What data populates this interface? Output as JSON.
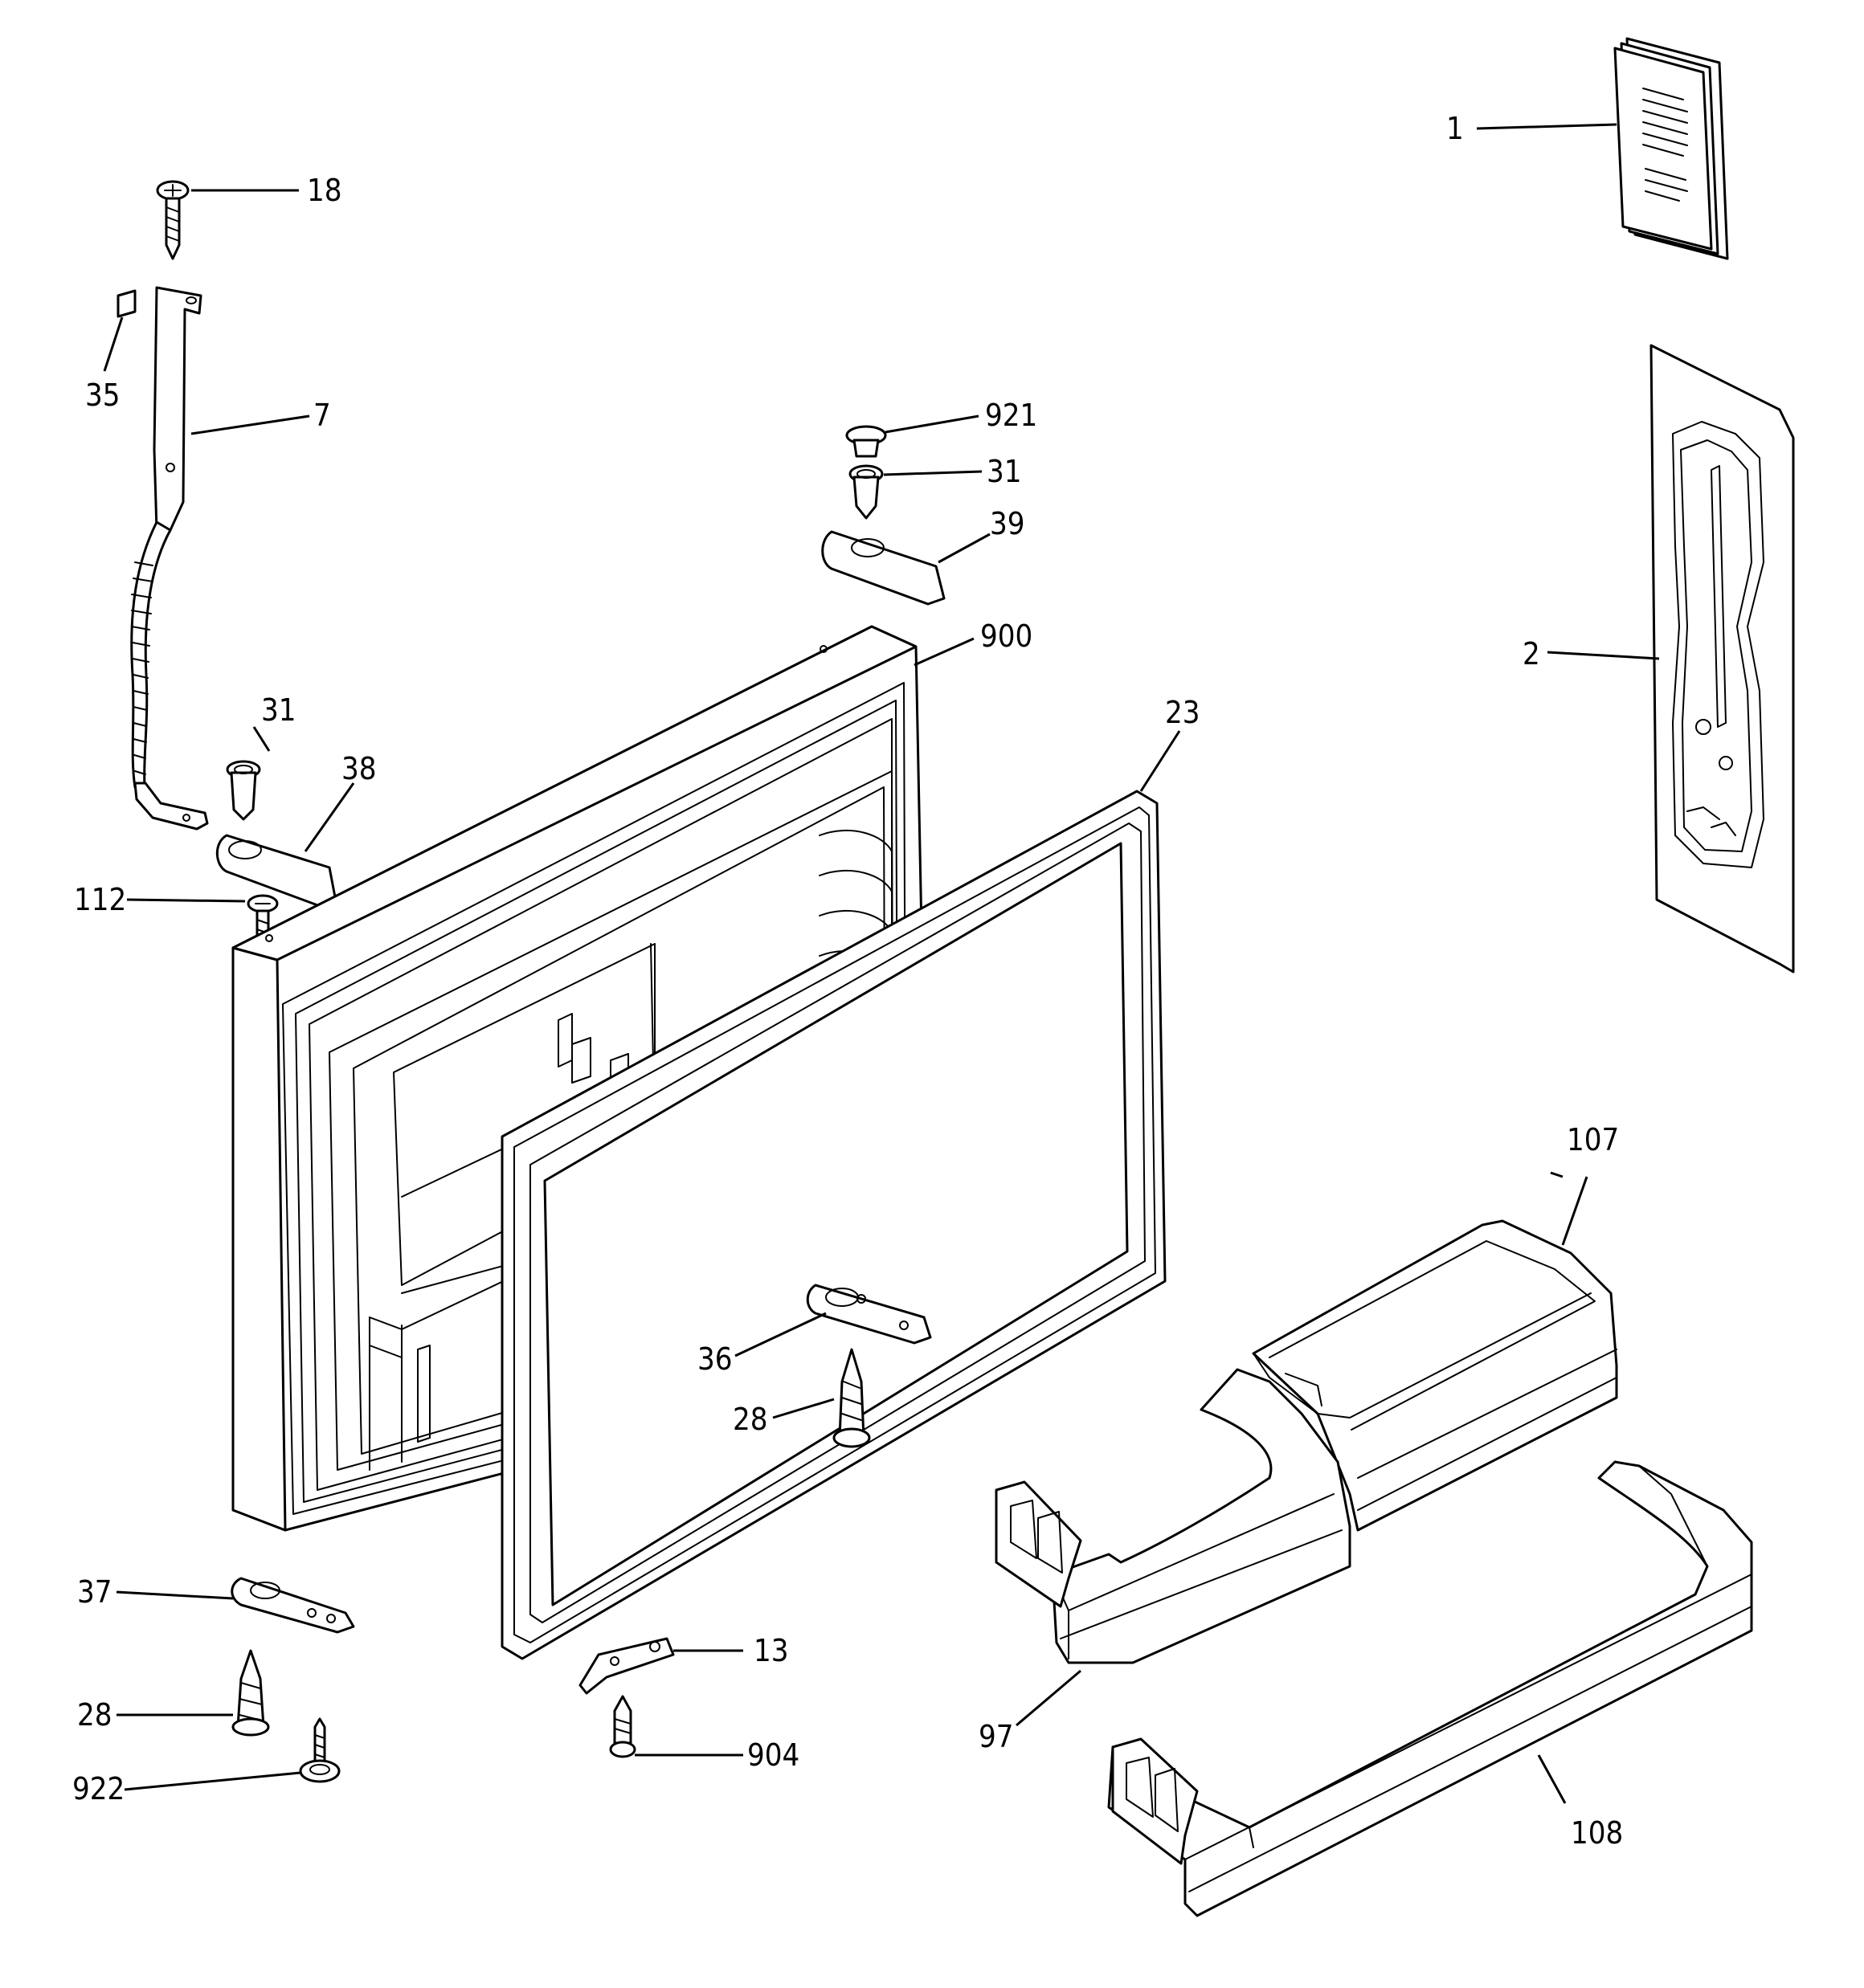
{
  "diagram": {
    "callouts": {
      "c1": "1",
      "c2": "2",
      "c7": "7",
      "c13": "13",
      "c18": "18",
      "c23": "23",
      "c28a": "28",
      "c28b": "28",
      "c31a": "31",
      "c31b": "31",
      "c35": "35",
      "c36": "36",
      "c37": "37",
      "c38": "38",
      "c39": "39",
      "c97": "97",
      "c107": "107",
      "c108": "108",
      "c112": "112",
      "c900": "900",
      "c904": "904",
      "c921": "921",
      "c922": "922"
    }
  }
}
